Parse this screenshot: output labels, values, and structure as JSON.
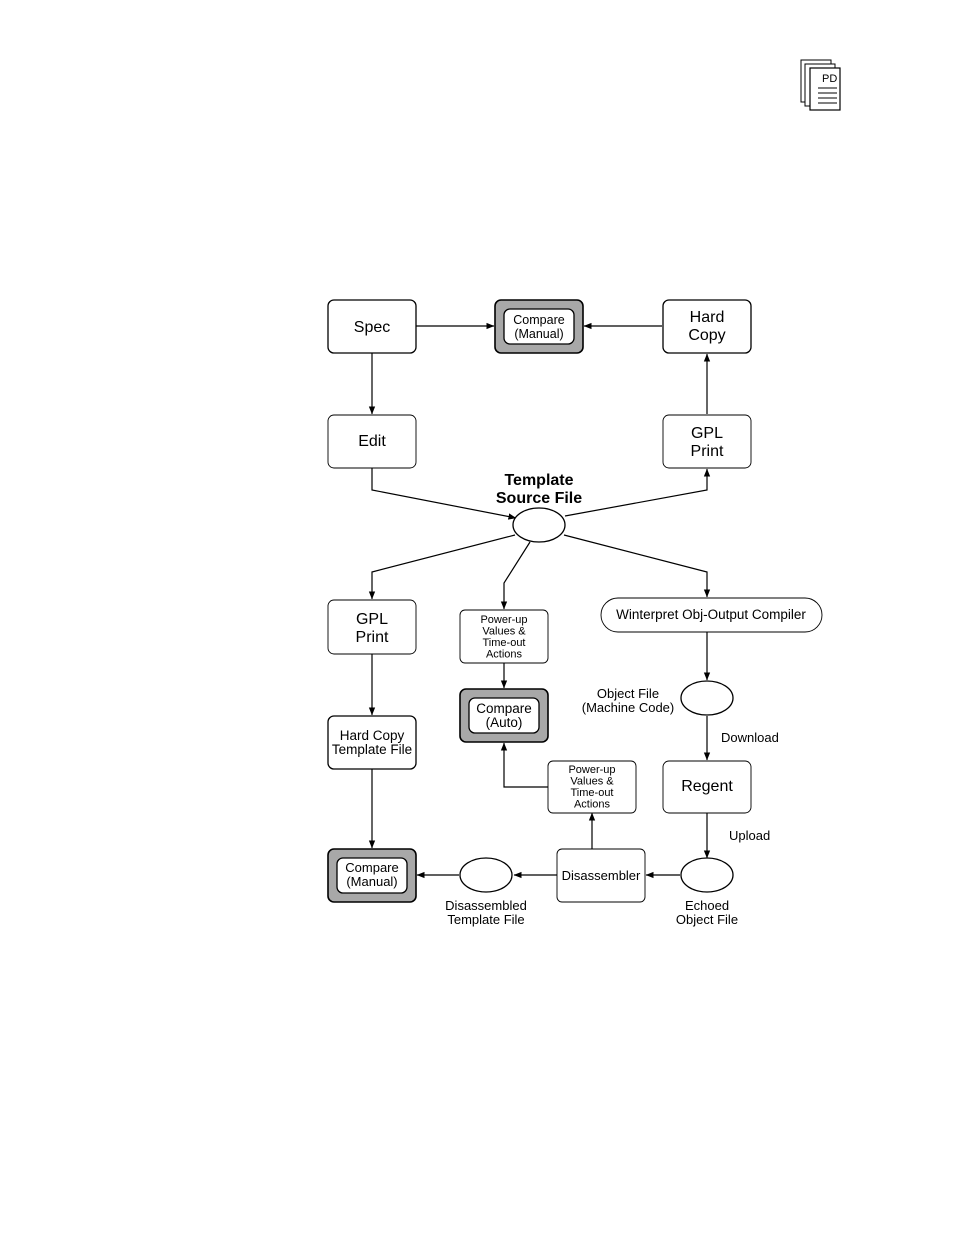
{
  "doc_icon": {
    "label": "PD"
  },
  "nodes": {
    "spec": "Spec",
    "compare_top": [
      "Compare",
      "(Manual)"
    ],
    "hard_copy_top": [
      "Hard",
      "Copy"
    ],
    "edit": "Edit",
    "gpl_print_right": [
      "GPL",
      "Print"
    ],
    "template_source": [
      "Template",
      "Source File"
    ],
    "gpl_print_left": [
      "GPL",
      "Print"
    ],
    "powerup_mid": [
      "Power-up",
      "Values &",
      "Time-out",
      "Actions"
    ],
    "compiler": "Winterpret Obj-Output Compiler",
    "object_file": [
      "Object File",
      "(Machine Code)"
    ],
    "compare_auto": [
      "Compare",
      "(Auto)"
    ],
    "hard_copy_template": [
      "Hard Copy",
      "Template File"
    ],
    "download": "Download",
    "regent": "Regent",
    "powerup_low": [
      "Power-up",
      "Values &",
      "Time-out",
      "Actions"
    ],
    "upload": "Upload",
    "compare_bottom": [
      "Compare",
      "(Manual)"
    ],
    "disassembler": "Disassembler",
    "disassembled_template": [
      "Disassembled",
      "Template File"
    ],
    "echoed_object": [
      "Echoed",
      "Object File"
    ]
  }
}
